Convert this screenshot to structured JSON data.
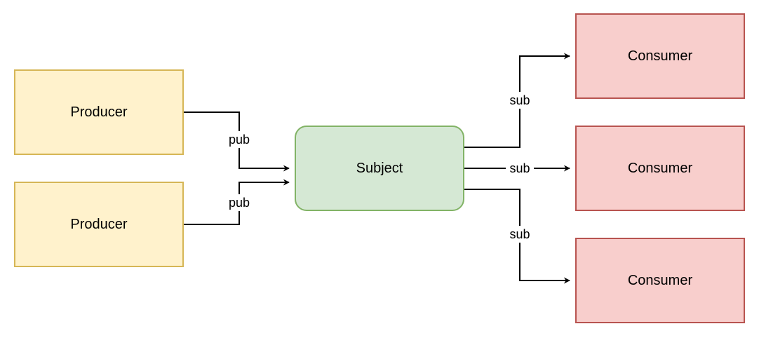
{
  "nodes": {
    "producer_1": {
      "label": "Producer"
    },
    "producer_2": {
      "label": "Producer"
    },
    "subject": {
      "label": "Subject"
    },
    "consumer_1": {
      "label": "Consumer"
    },
    "consumer_2": {
      "label": "Consumer"
    },
    "consumer_3": {
      "label": "Consumer"
    }
  },
  "edges": {
    "producer_1_to_subject": {
      "label": "pub"
    },
    "producer_2_to_subject": {
      "label": "pub"
    },
    "subject_to_consumer_1": {
      "label": "sub"
    },
    "subject_to_consumer_2": {
      "label": "sub"
    },
    "subject_to_consumer_3": {
      "label": "sub"
    }
  },
  "colors": {
    "producer_fill": "#fff2cc",
    "producer_stroke": "#d6b656",
    "subject_fill": "#d5e8d4",
    "subject_stroke": "#82b366",
    "consumer_fill": "#f8cecc",
    "consumer_stroke": "#b85450"
  }
}
